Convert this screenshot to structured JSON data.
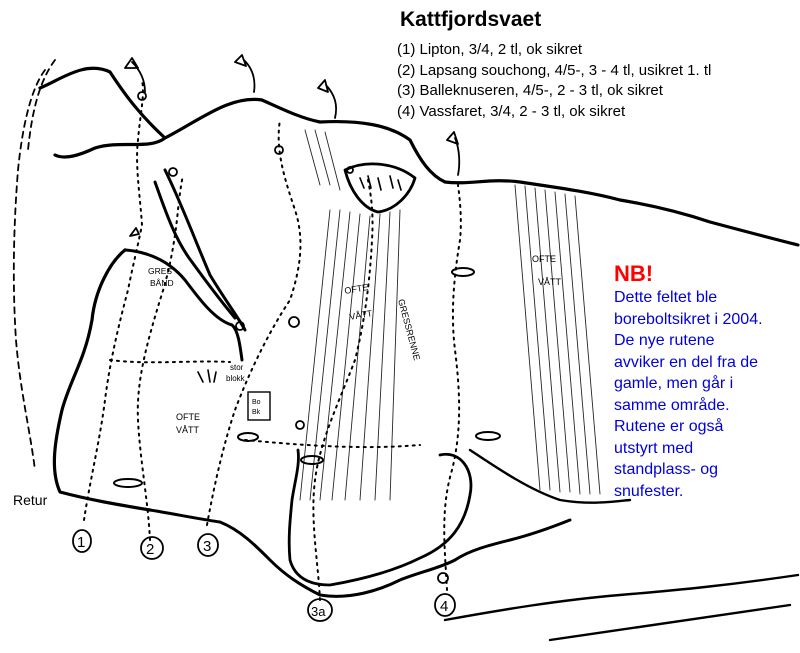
{
  "title": "Kattfjordsvaet",
  "routes": [
    "(1) Lipton, 3/4, 2 tl, ok sikret",
    "(2) Lapsang souchong, 4/5-, 3 - 4 tl, usikret 1. tl",
    "(3) Balleknuseren, 4/5-, 2 - 3 tl, ok sikret",
    "(4) Vassfaret, 3/4, 2 - 3 tl, ok sikret"
  ],
  "notice": {
    "heading": "NB!",
    "lines": [
      "Dette feltet ble",
      "boreboltsikret i 2004.",
      "De nye rutene",
      "avviker en del fra de",
      "gamle, men går i",
      "samme område.",
      "Rutene er også",
      "utstyrt med",
      "standplass- og",
      "snufester."
    ]
  },
  "return_label": "Retur",
  "sketch_labels": {
    "grass_band": [
      "GRES",
      "BÅND"
    ],
    "often_wet": [
      "OFTE",
      "VÅTT"
    ],
    "grass_gully": "GRESSRENNE",
    "big_block": [
      "stor",
      "blokk"
    ],
    "small_box": [
      "Bo",
      "Bk"
    ]
  },
  "route_markers": [
    "1",
    "2",
    "3",
    "3a",
    "4"
  ],
  "colors": {
    "notice_heading": "#ff0000",
    "notice_body": "#0000dd",
    "ink": "#000000"
  }
}
